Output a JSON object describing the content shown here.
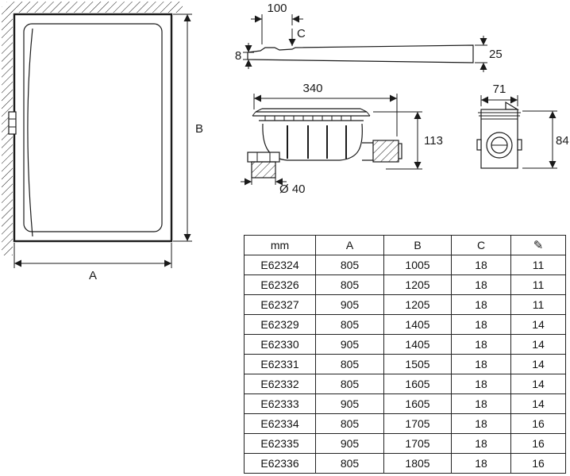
{
  "colors": {
    "line": "#1a1a1a",
    "background": "#ffffff"
  },
  "plan_view": {
    "width_label": "A",
    "height_label": "B"
  },
  "profile_view": {
    "edge_width": "100",
    "depth_label": "C",
    "left_height": "8",
    "right_height": "25"
  },
  "waste_front_view": {
    "width": "340",
    "height": "113",
    "outlet_diameter": "Ø 40"
  },
  "waste_side_view": {
    "width": "71",
    "height": "84"
  },
  "table": {
    "headers": [
      "mm",
      "A",
      "B",
      "C"
    ],
    "pencil_icon": "✎",
    "rows": [
      [
        "E62324",
        "805",
        "1005",
        "18",
        "11"
      ],
      [
        "E62326",
        "805",
        "1205",
        "18",
        "11"
      ],
      [
        "E62327",
        "905",
        "1205",
        "18",
        "11"
      ],
      [
        "E62329",
        "805",
        "1405",
        "18",
        "14"
      ],
      [
        "E62330",
        "905",
        "1405",
        "18",
        "14"
      ],
      [
        "E62331",
        "805",
        "1505",
        "18",
        "14"
      ],
      [
        "E62332",
        "805",
        "1605",
        "18",
        "14"
      ],
      [
        "E62333",
        "905",
        "1605",
        "18",
        "14"
      ],
      [
        "E62334",
        "805",
        "1705",
        "18",
        "16"
      ],
      [
        "E62335",
        "905",
        "1705",
        "18",
        "16"
      ],
      [
        "E62336",
        "805",
        "1805",
        "18",
        "16"
      ]
    ]
  }
}
